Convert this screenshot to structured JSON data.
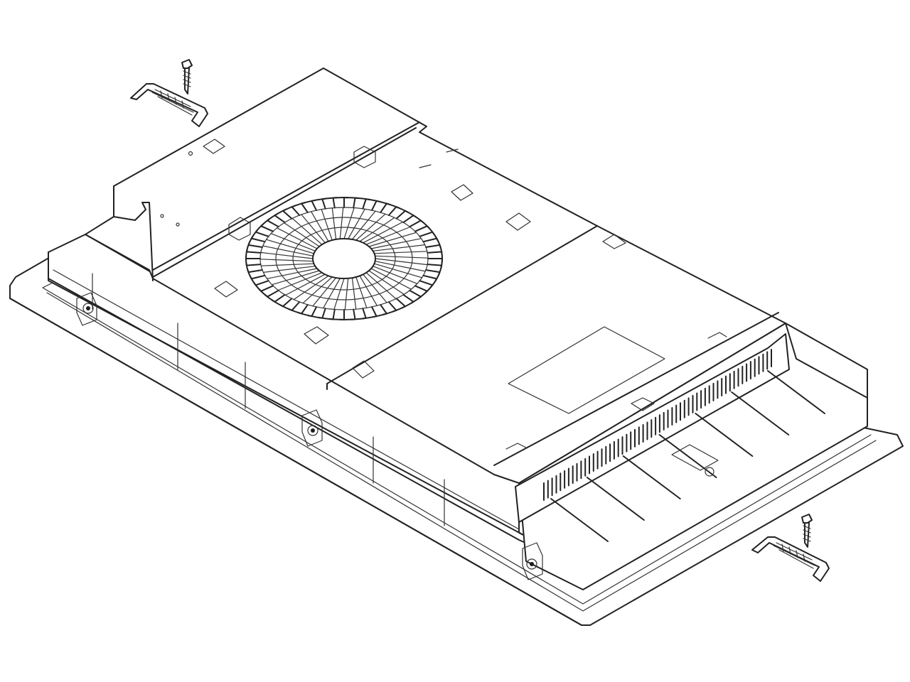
{
  "figure": {
    "subject": "induction-hob-underside-installation",
    "colors": {
      "line": "#222222",
      "background": "#ffffff"
    },
    "fan": {
      "rings": 4,
      "blades": 48,
      "outer_fins": 56
    },
    "vent": {
      "slots": 56,
      "ribs": 7
    },
    "fixing_kits": 2,
    "mounting_tabs": 3
  }
}
